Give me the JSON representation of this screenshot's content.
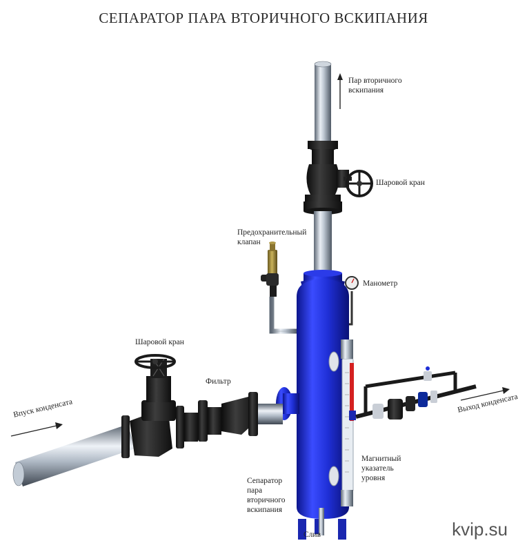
{
  "title": "СЕПАРАТОР ПАРА ВТОРИЧНОГО ВСКИПАНИЯ",
  "labels": {
    "steam_out_1": "Пар вторичного",
    "steam_out_2": "вскипания",
    "ball_valve_top": "Шаровой кран",
    "safety_valve_1": "Предохранительный",
    "safety_valve_2": "клапан",
    "manometer": "Манометр",
    "ball_valve_left": "Шаровой кран",
    "filter": "Фильтр",
    "inlet": "Впуск конденсата",
    "outlet": "Выход конденсата",
    "level_1": "Магнитный",
    "level_2": "указатель",
    "level_3": "уровня",
    "separator_1": "Сепаратор",
    "separator_2": "пара",
    "separator_3": "вторичного",
    "separator_4": "вскипания",
    "drain": "Слив"
  },
  "watermark": "kvip.su",
  "colors": {
    "vessel_blue": "#1f2fd6",
    "valve_black": "#1c1c1c",
    "pipe_steel": "#a9b4c2",
    "level_red": "#d42020"
  }
}
